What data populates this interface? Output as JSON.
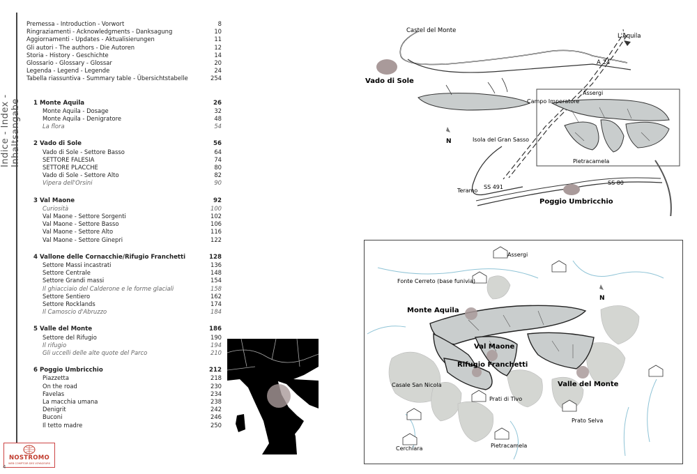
{
  "side_label": "Indice - Index - Inhaltsangabe",
  "front_matter": [
    {
      "label": "Premessa - Introduction - Vorwort",
      "page": "8"
    },
    {
      "label": "Ringraziamenti - Acknowledgments - Danksagung",
      "page": "10"
    },
    {
      "label": "Aggiornamenti - Updates - Aktualisierungen",
      "page": "11"
    },
    {
      "label": "Gli autori - The authors - Die Autoren",
      "page": "12"
    },
    {
      "label": "Storia - History - Geschichte",
      "page": "14"
    },
    {
      "label": "Glossario - Glossary - Glossar",
      "page": "20"
    },
    {
      "label": "Legenda - Legend - Legende",
      "page": "24"
    },
    {
      "label": "Tabella riassuntiva - Summary table - Übersichtstabelle",
      "page": "254"
    }
  ],
  "chapters": [
    {
      "title": "1 Monte Aquila",
      "page": "26",
      "items": [
        {
          "label": "Monte Aquila - Dosage",
          "page": "32",
          "italic": false
        },
        {
          "label": "Monte Aquila - Denigratore",
          "page": "48",
          "italic": false
        },
        {
          "label": "La flora",
          "page": "54",
          "italic": true
        }
      ]
    },
    {
      "title": "2 Vado di Sole",
      "page": "56",
      "items": [
        {
          "label": "Vado di Sole - Settore Basso",
          "page": "64",
          "italic": false
        },
        {
          "label": "SETTORE FALESIA",
          "page": "74",
          "italic": false
        },
        {
          "label": "SETTORE PLACCHE",
          "page": "80",
          "italic": false
        },
        {
          "label": "Vado di Sole - Settore Alto",
          "page": "82",
          "italic": false
        },
        {
          "label": "Vipera dell'Orsini",
          "page": "90",
          "italic": true
        }
      ]
    },
    {
      "title": "3 Val Maone",
      "page": "92",
      "items": [
        {
          "label": "Curiosità",
          "page": "100",
          "italic": true
        },
        {
          "label": "Val Maone - Settore Sorgenti",
          "page": "102",
          "italic": false
        },
        {
          "label": "Val Maone - Settore Basso",
          "page": "106",
          "italic": false
        },
        {
          "label": "Val Maone - Settore Alto",
          "page": "116",
          "italic": false
        },
        {
          "label": "Val Maone - Settore Ginepri",
          "page": "122",
          "italic": false
        }
      ]
    },
    {
      "title": "4 Vallone delle Cornacchie/Rifugio Franchetti",
      "page": "128",
      "items": [
        {
          "label": "Settore Massi incastrati",
          "page": "136",
          "italic": false
        },
        {
          "label": "Settore Centrale",
          "page": "148",
          "italic": false
        },
        {
          "label": "Settore Grandi massi",
          "page": "154",
          "italic": false
        },
        {
          "label": "Il ghiacciaio del Calderone e le forme glaciali",
          "page": "158",
          "italic": true
        },
        {
          "label": "Settore Sentiero",
          "page": "162",
          "italic": false
        },
        {
          "label": "Settore Rocklands",
          "page": "174",
          "italic": false
        },
        {
          "label": "Il Camoscio d'Abruzzo",
          "page": "184",
          "italic": true
        }
      ]
    },
    {
      "title": "5 Valle del Monte",
      "page": "186",
      "items": [
        {
          "label": "Settore del Rifugio",
          "page": "190",
          "italic": false
        },
        {
          "label": "Il rifugio",
          "page": "194",
          "italic": true
        },
        {
          "label": "Gli uccelli delle alte quote del Parco",
          "page": "210",
          "italic": true
        }
      ]
    },
    {
      "title": "6 Poggio Umbricchio",
      "page": "212",
      "items": [
        {
          "label": "Piazzetta",
          "page": "218",
          "italic": false
        },
        {
          "label": "On the road",
          "page": "230",
          "italic": false
        },
        {
          "label": "Favelas",
          "page": "234",
          "italic": false
        },
        {
          "label": "La macchia umana",
          "page": "238",
          "italic": false
        },
        {
          "label": "Denigrit",
          "page": "242",
          "italic": false
        },
        {
          "label": "Buconi",
          "page": "246",
          "italic": false
        },
        {
          "label": "Il tetto madre",
          "page": "250",
          "italic": false
        }
      ]
    }
  ],
  "top_map": {
    "castel_del_monte": "Castel del Monte",
    "laquila": "L'Aquila",
    "a24": "A 24",
    "vado_di_sole": "Vado di Sole",
    "assergi": "Assergi",
    "campo_imperatore": "Campo Imperatore",
    "north": "N",
    "isola": "Isola del Gran Sasso",
    "pietracamela": "Pietracamela",
    "teramo": "Teramo",
    "ss491": "SS 491",
    "ss80": "SS 80",
    "poggio": "Poggio Umbricchio"
  },
  "detail_map": {
    "assergi": "Assergi",
    "fonte_cerreto": "Fonte Cerreto (base funivia)",
    "north": "N",
    "monte_aquila": "Monte Aquila",
    "val_maone": "Val Maone",
    "rifugio": "Rifugio Franchetti",
    "valle_del_monte": "Valle del Monte",
    "casale": "Casale San Nicola",
    "prati": "Prati di Tivo",
    "prato_selva": "Prato Selva",
    "cerchiara": "Cerchiara",
    "pietracamela": "Pietracamela"
  },
  "logo": {
    "title": "NOSTROMO",
    "subtitle": "WEB COMPTOIR DES VOYAGEURS"
  },
  "page_number": "4",
  "colors": {
    "marker": "#a99a9a",
    "rock_fill": "#c9cdcd",
    "forest": "#d4d6d2",
    "river": "#8ec3d6",
    "logo_red": "#c0392b"
  }
}
